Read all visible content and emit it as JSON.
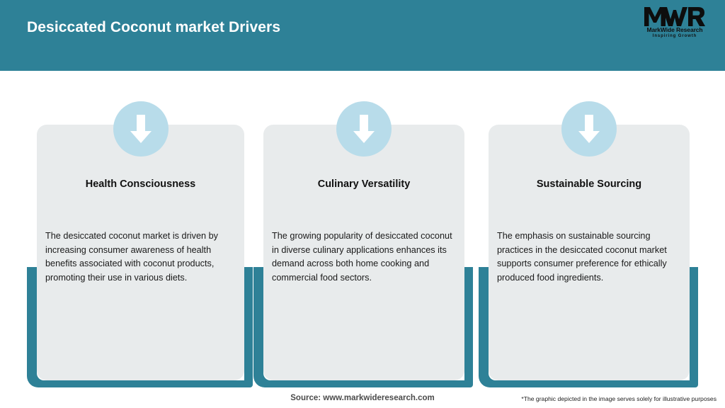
{
  "header": {
    "title": "Desiccated Coconut market Drivers",
    "background_color": "#2e8197",
    "title_color": "#ffffff"
  },
  "logo": {
    "mark": "MWR",
    "name": "MarkWide Research",
    "tagline": "Inspiring Growth"
  },
  "cards": [
    {
      "icon": "down-arrow-icon",
      "title": "Health Consciousness",
      "body": "The desiccated coconut market is driven by increasing consumer awareness of health benefits associated with coconut products, promoting their use in various diets."
    },
    {
      "icon": "down-arrow-icon",
      "title": "Culinary Versatility",
      "body": "The growing popularity of desiccated coconut in diverse culinary applications enhances its demand across both home cooking and commercial food sectors."
    },
    {
      "icon": "down-arrow-icon",
      "title": "Sustainable Sourcing",
      "body": "The emphasis on sustainable sourcing practices in the desiccated coconut market supports consumer preference for ethically produced food ingredients."
    }
  ],
  "footer": {
    "source": "Source: www.markwideresearch.com",
    "disclaimer": "*The graphic depicted in the image serves solely for illustrative purposes"
  },
  "colors": {
    "teal": "#2e8197",
    "card_background": "#e8ebec",
    "badge_background": "#b8dcea",
    "arrow": "#ffffff",
    "page_background": "#ffffff"
  }
}
